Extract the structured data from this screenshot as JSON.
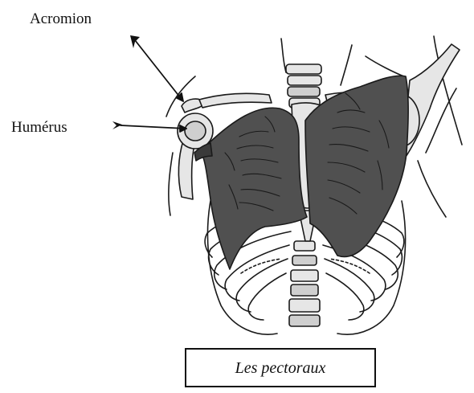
{
  "labels": {
    "acromion": "Acromion",
    "humerus": "Humérus"
  },
  "caption": "Les pectoraux",
  "colors": {
    "muscle": "#505050",
    "bone_fill": "#e6e6e6",
    "outline": "#1a1a1a",
    "background": "#ffffff"
  },
  "icons": [
    "arrow-acromion-icon",
    "arrow-humerus-icon"
  ]
}
